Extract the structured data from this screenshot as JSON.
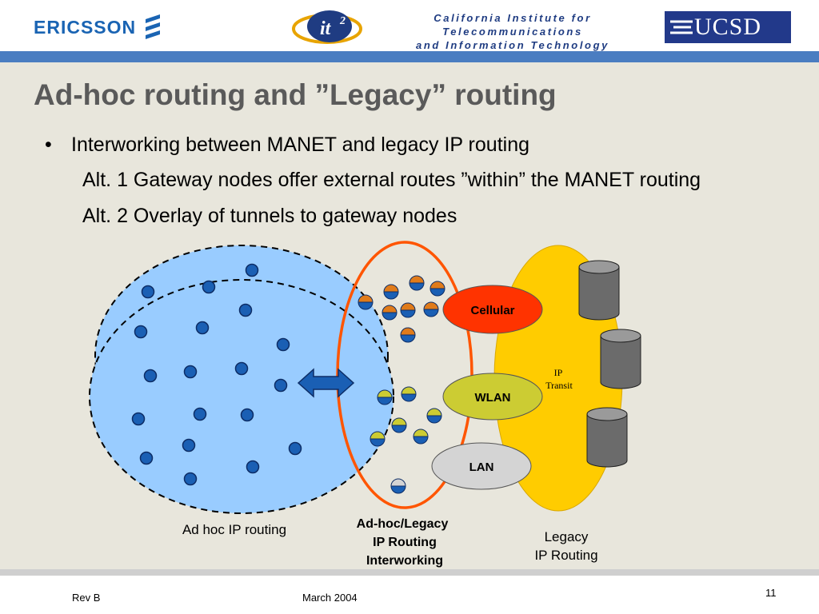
{
  "header": {
    "ericsson_logo": "ERICSSON",
    "calit2_logo_text": "it",
    "calit2_logo_superscript": "2",
    "calit2_line1": "California Institute for Telecommunications",
    "calit2_line2": "and Information Technology",
    "ucsd_logo": "UCSD"
  },
  "slide": {
    "title": "Ad-hoc routing and ”Legacy” routing",
    "bullet_marker": "•",
    "bullet": "Interworking between MANET and legacy IP routing",
    "sub1": "Alt. 1 Gateway nodes offer external routes ”within” the MANET routing",
    "sub2": "Alt. 2 Overlay of tunnels to gateway nodes"
  },
  "diagram": {
    "cellular": "Cellular",
    "wlan": "WLAN",
    "lan": "LAN",
    "ip_transit_1": "IP",
    "ip_transit_2": "Transit",
    "adhoc_label": "Ad hoc IP routing",
    "interworking_1": "Ad-hoc/Legacy",
    "interworking_2": "IP Routing",
    "interworking_3": "Interworking",
    "legacy_1": "Legacy",
    "legacy_2": "IP Routing",
    "colors": {
      "manet_fill": "#99ccff",
      "node_blue": "#1a5fb4",
      "cellular_red": "#ff3300",
      "wlan_green": "#cccc33",
      "lan_gray": "#d4d4d4",
      "transit_yellow": "#ffcc00",
      "interworking_orange": "#ff5500"
    }
  },
  "footer": {
    "rev": "Rev B",
    "date": "March 2004",
    "page": "11"
  }
}
